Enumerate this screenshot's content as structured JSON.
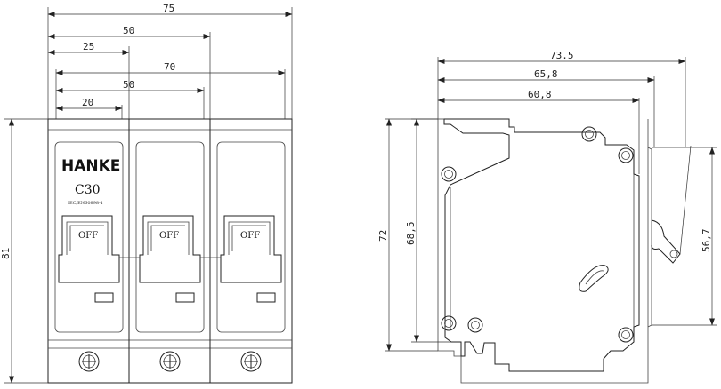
{
  "front_view": {
    "brand": "HANKE",
    "rating": "C30",
    "standard": "IEC/EN60898-1",
    "poles": [
      {
        "switch_label": "OFF"
      },
      {
        "switch_label": "OFF"
      },
      {
        "switch_label": "OFF"
      }
    ],
    "dimensions": {
      "overall_width": "75",
      "two_pole_width": "50",
      "pole_width": "25",
      "inner_width": "70",
      "inner_two_pole": "50",
      "inner_pole": "20",
      "height": "81"
    }
  },
  "side_view": {
    "dimensions": {
      "depth_overall": "73.5",
      "depth_mid": "65,8",
      "depth_body": "60,8",
      "height_overall": "72",
      "height_body": "68,5",
      "handle_height": "56,7"
    }
  }
}
